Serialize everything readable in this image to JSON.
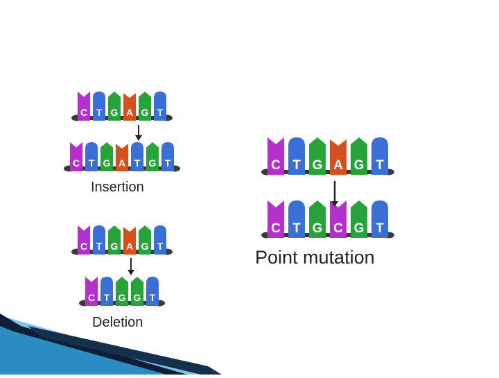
{
  "colors": {
    "C": "#b52fcc",
    "T": "#3b6fd8",
    "G": "#27a33a",
    "A": "#d6501e",
    "backbone": "#3a3a3a",
    "arrow": "#222222",
    "letter": "#ffffff",
    "caption": "#222222",
    "corner_dark": "#0d1e35",
    "corner_blue": "#2b8cc1",
    "corner_light": "#7fc3e6"
  },
  "insertion": {
    "label": "Insertion",
    "original": [
      "C",
      "T",
      "G",
      "A",
      "G",
      "T"
    ],
    "mutated": [
      "C",
      "T",
      "G",
      "A",
      "T",
      "G",
      "T"
    ]
  },
  "deletion": {
    "label": "Deletion",
    "original": [
      "C",
      "T",
      "G",
      "A",
      "G",
      "T"
    ],
    "mutated": [
      "C",
      "T",
      "G",
      "G",
      "T"
    ]
  },
  "point_mutation": {
    "label": "Point mutation",
    "original": [
      "C",
      "T",
      "G",
      "A",
      "G",
      "T"
    ],
    "mutated": [
      "C",
      "T",
      "G",
      "C",
      "G",
      "T"
    ]
  }
}
